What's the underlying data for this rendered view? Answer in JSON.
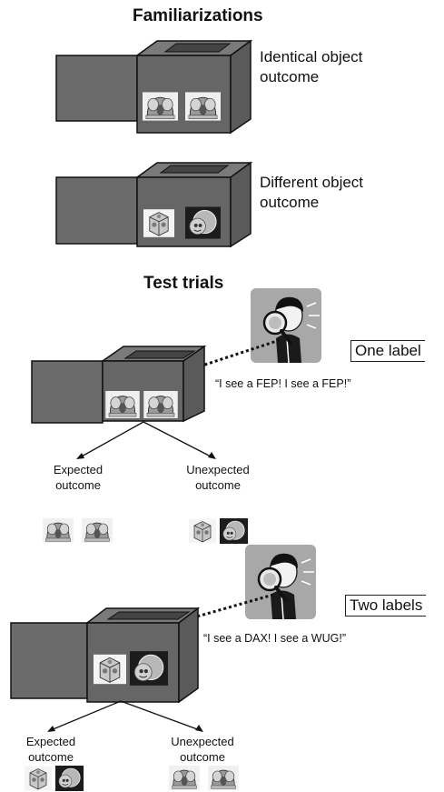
{
  "headings": {
    "familiarizations": "Familiarizations",
    "test_trials": "Test trials"
  },
  "familiarization": {
    "identical_caption": "Identical object outcome",
    "different_caption": "Different object outcome"
  },
  "test_one_label": {
    "tag": "One label",
    "quote": "“I see a FEP! I see a FEP!”",
    "expected": "Expected outcome",
    "unexpected": "Unexpected outcome"
  },
  "test_two_labels": {
    "tag": "Two labels",
    "quote": "“I see a DAX! I see a WUG!”",
    "expected": "Expected outcome",
    "unexpected": "Unexpected outcome"
  },
  "colors": {
    "box_dark": "#6b6b6b",
    "box_side": "#5e5e5e",
    "box_top": "#777777",
    "outline": "#111111",
    "object_light": "#d8d8d8",
    "object_dark": "#222222"
  }
}
